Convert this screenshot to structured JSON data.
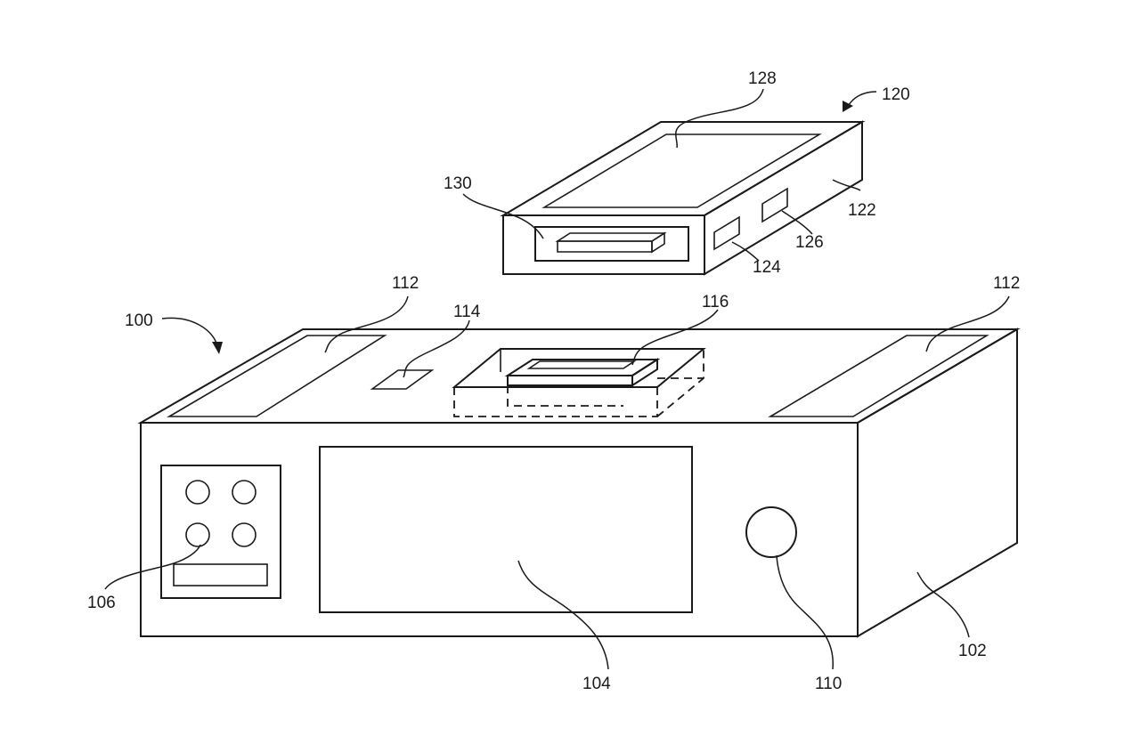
{
  "diagram": {
    "style": "patent line drawing",
    "line_color": "#1a1a1a",
    "background_color": "#ffffff",
    "labels": {
      "base_unit": "100",
      "base_unit_body": "102",
      "display": "104",
      "button_panel": "106",
      "knob": "110",
      "speaker_left": "112",
      "speaker_right": "112",
      "slot": "114",
      "dock_connector": "116",
      "portable_device": "120",
      "device_housing": "122",
      "port_a": "124",
      "port_b": "126",
      "device_screen": "128",
      "device_connector": "130"
    }
  }
}
